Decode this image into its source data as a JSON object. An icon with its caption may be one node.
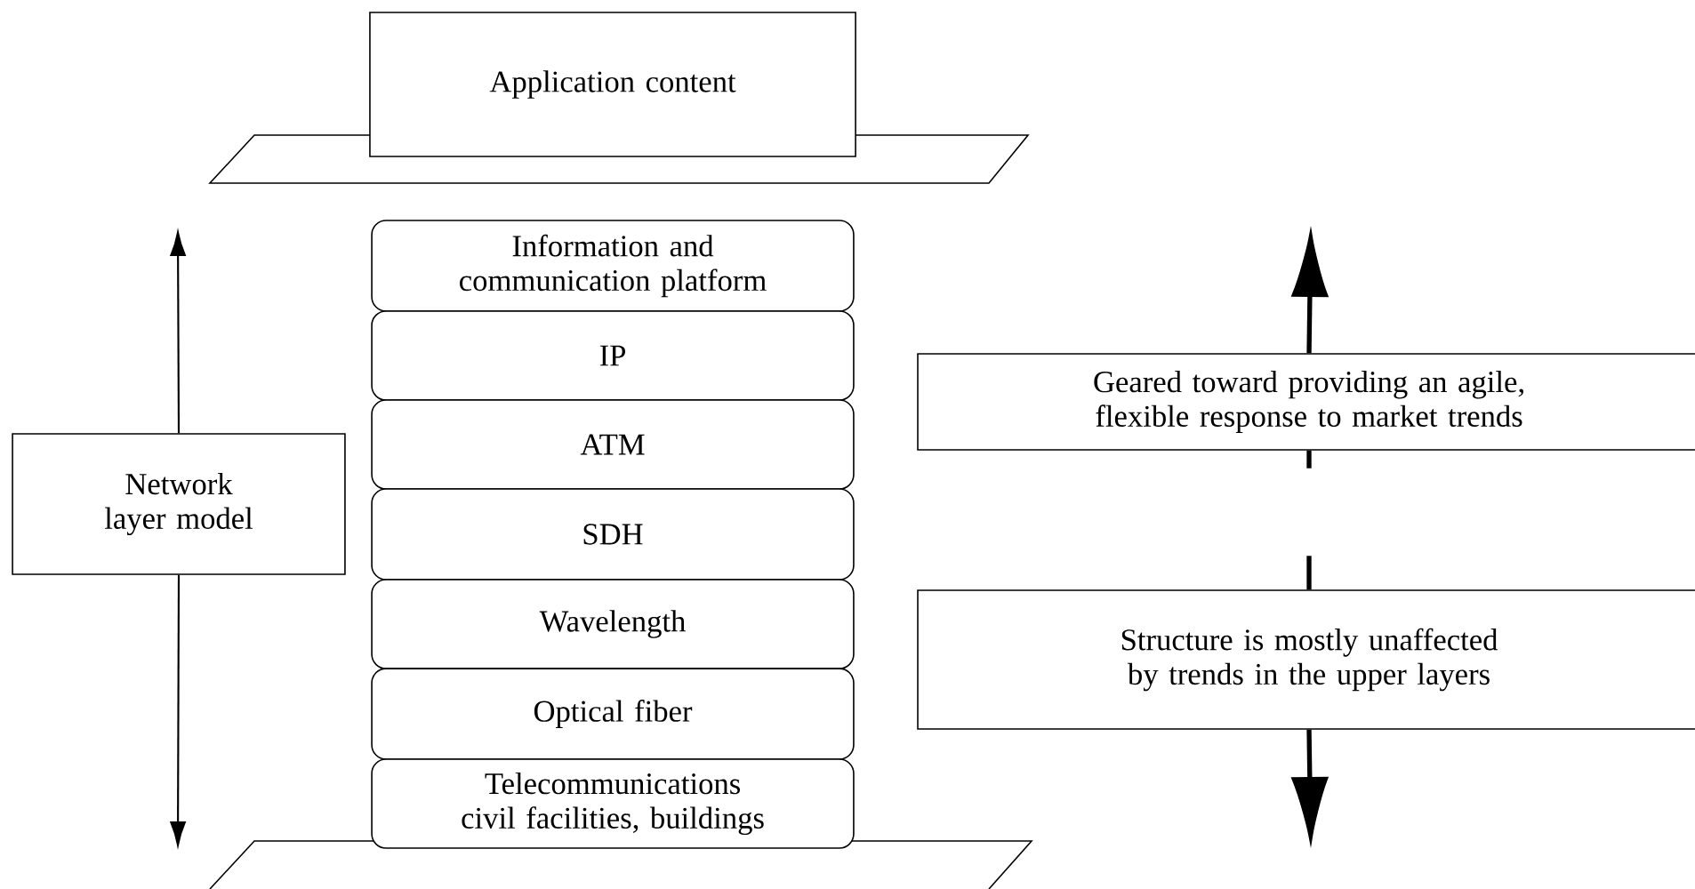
{
  "diagram": {
    "nodes": [
      {
        "text": [
          "Application content"
        ]
      },
      {
        "text": [
          "Information and communication platform"
        ]
      },
      {
        "text": [
          "IP"
        ]
      },
      {
        "text": [
          "ATM"
        ]
      },
      {
        "text": [
          "SDH"
        ]
      },
      {
        "text": [
          "Wavelength"
        ]
      },
      {
        "text": [
          "Optical fiber"
        ]
      },
      {
        "text": [
          "Telecommunications civil facilities, buildings"
        ]
      },
      {
        "text": [
          "Network layer model"
        ]
      },
      {
        "text": [
          "Geared toward providing an agile, flexible response to market trends"
        ]
      },
      {
        "text": [
          "Structure is mostly unaffected by trends in the upper layers"
        ]
      }
    ],
    "edges": [
      {
        "from": 8,
        "to": null,
        "arrow": "to"
      },
      {
        "from": 8,
        "to": null,
        "arrow": "to"
      },
      {
        "from": 9,
        "to": null,
        "arrow": "to",
        "style": "thick"
      },
      {
        "from": 10,
        "to": null,
        "arrow": "to",
        "style": "thick"
      }
    ]
  }
}
